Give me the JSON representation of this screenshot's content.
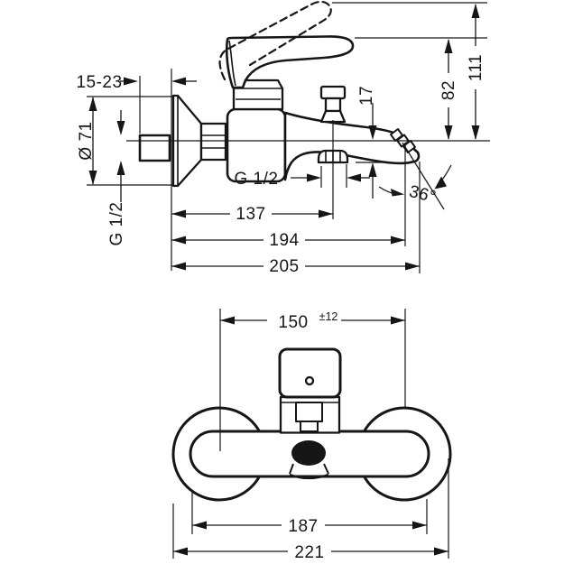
{
  "drawing": {
    "background": "#ffffff",
    "line_color": "#161616",
    "side_view": {
      "dims": {
        "wall_depth": "15-23",
        "escutcheon_diameter": "Ø 71",
        "wall_thread": "G 1/2",
        "shower_thread": "G 1/2",
        "outlet_drop": "17",
        "height_to_lever": "82",
        "height_total": "111",
        "outlet_angle": "36°",
        "shower_outlet_distance": "137",
        "reach_to_aerator": "194",
        "reach_total": "205"
      }
    },
    "front_view": {
      "dims": {
        "connection_centers": "150",
        "centers_tolerance": "±12",
        "body_width": "187",
        "overall_width": "221"
      }
    }
  }
}
